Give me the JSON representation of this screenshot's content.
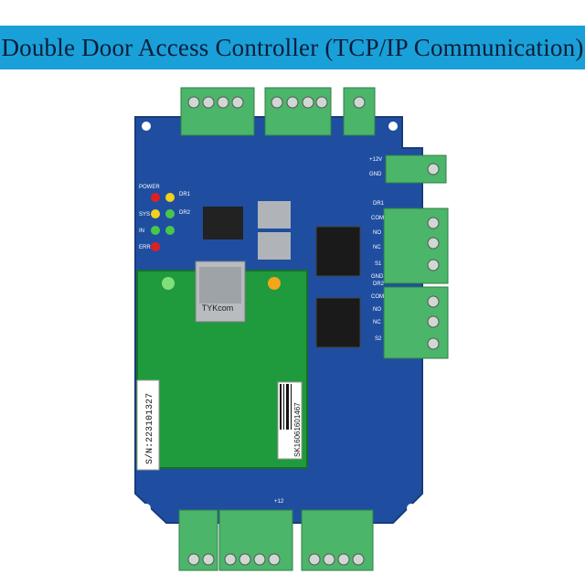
{
  "title": "Double Door Access Controller (TCP/IP Communication)",
  "board_labels": {
    "power": "POWER",
    "sys": "SYS",
    "in": "IN",
    "err": "ERR",
    "dr1": "DR1",
    "dr2": "DR2",
    "plus12v": "+12V",
    "gnd": "GND",
    "relay_labels": [
      "COM",
      "NO",
      "NC",
      "S1",
      "GND",
      "COM",
      "NO",
      "NC",
      "S2"
    ],
    "serial_sticker": "S/N:223101327",
    "barcode_sticker": "SK16061601467",
    "module_brand": "TYKcom",
    "plus12": "+12"
  },
  "colors": {
    "banner": "#1aa0d8",
    "pcb_blue": "#1f4ea0",
    "module_green": "#1f9a3c",
    "terminal_green": "#4bb56a"
  }
}
